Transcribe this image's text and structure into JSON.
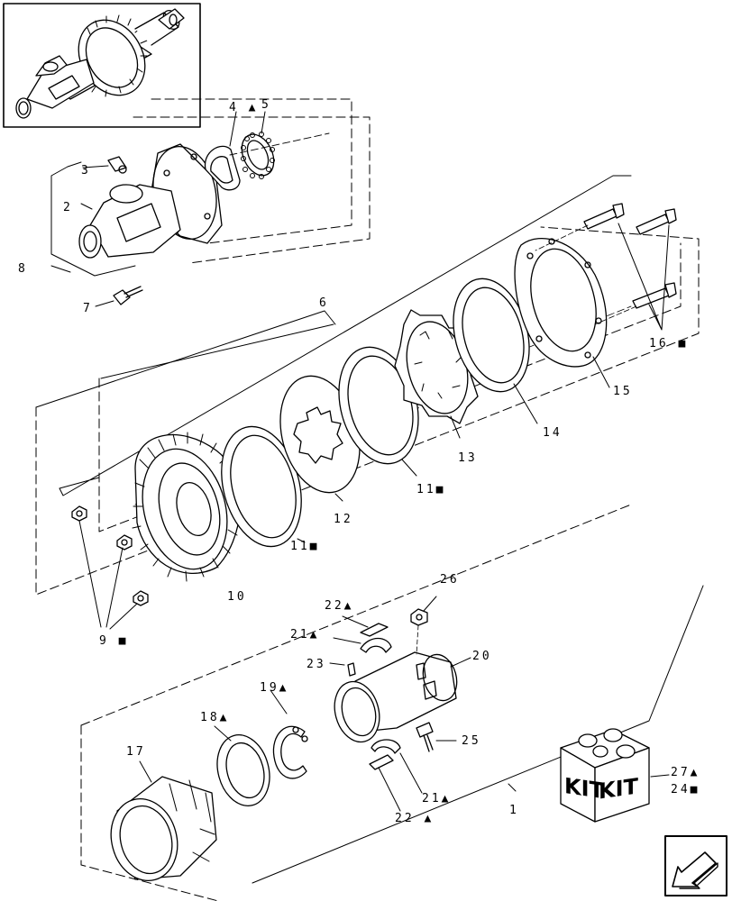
{
  "callouts": [
    {
      "id": "c1",
      "text": "1"
    },
    {
      "id": "c2",
      "text": "2"
    },
    {
      "id": "c3",
      "text": "3"
    },
    {
      "id": "c4",
      "text": "4 ▲"
    },
    {
      "id": "c5",
      "text": "5"
    },
    {
      "id": "c6",
      "text": "6"
    },
    {
      "id": "c7",
      "text": "7"
    },
    {
      "id": "c8",
      "text": "8"
    },
    {
      "id": "c9",
      "text": "9 ■"
    },
    {
      "id": "c10",
      "text": "10"
    },
    {
      "id": "c11a",
      "text": "11■"
    },
    {
      "id": "c11b",
      "text": "11■"
    },
    {
      "id": "c12",
      "text": "12"
    },
    {
      "id": "c13",
      "text": "13"
    },
    {
      "id": "c14",
      "text": "14"
    },
    {
      "id": "c15",
      "text": "15"
    },
    {
      "id": "c16",
      "text": "16 ■"
    },
    {
      "id": "c17",
      "text": "17"
    },
    {
      "id": "c18",
      "text": "18▲"
    },
    {
      "id": "c19",
      "text": "19▲"
    },
    {
      "id": "c20",
      "text": "20"
    },
    {
      "id": "c21a",
      "text": "21▲"
    },
    {
      "id": "c21b",
      "text": "21▲"
    },
    {
      "id": "c22a",
      "text": "22▲"
    },
    {
      "id": "c22b",
      "text": "22 ▲"
    },
    {
      "id": "c23",
      "text": "23"
    },
    {
      "id": "c24",
      "text": "24■"
    },
    {
      "id": "c25",
      "text": "25"
    },
    {
      "id": "c26",
      "text": "26"
    },
    {
      "id": "c27",
      "text": "27▲"
    }
  ],
  "kit_box": {
    "left_word": "KIT",
    "right_word": "KIT"
  },
  "colors": {
    "line": "#000000",
    "background": "#ffffff"
  },
  "icons": {
    "nav": "arrow-nav-icon",
    "kit": "kit-box-icon"
  }
}
